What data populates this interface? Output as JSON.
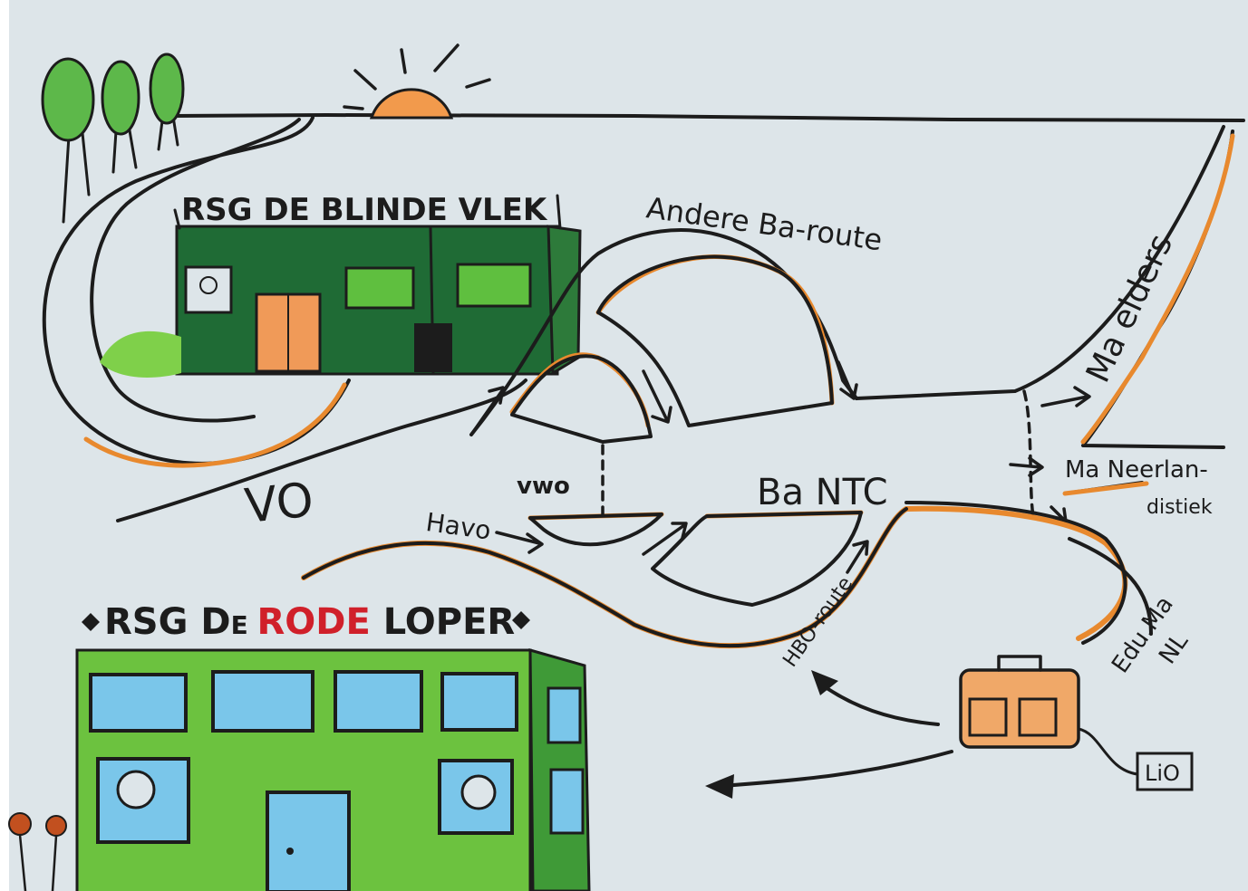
{
  "school_top": {
    "name": "RSG DE BLINDE VLEK"
  },
  "school_bottom": {
    "prefix": "RSG D",
    "mid": "E ",
    "red_word": "RODE",
    "last": " LOPER"
  },
  "routes": {
    "vo": "VO",
    "vwo": "vwo",
    "havo": "Havo",
    "ba_ntc": "Ba NTC",
    "andere_ba": "Andere Ba-route",
    "hbo": "HBO-route",
    "ma_elders": "Ma elders",
    "ma_neerlan": "Ma Neerlan-",
    "distiek": "distiek",
    "edu_ma": "Edu.Ma",
    "nl": "NL",
    "lio": "LiO"
  },
  "colors": {
    "paper": "#dfe6ea",
    "ink": "#1c1c1c",
    "orange": "#e8892e",
    "dark_green": "#1f6b35",
    "light_green": "#5dab35",
    "red": "#d0202a",
    "blue": "#3aa3d8"
  }
}
